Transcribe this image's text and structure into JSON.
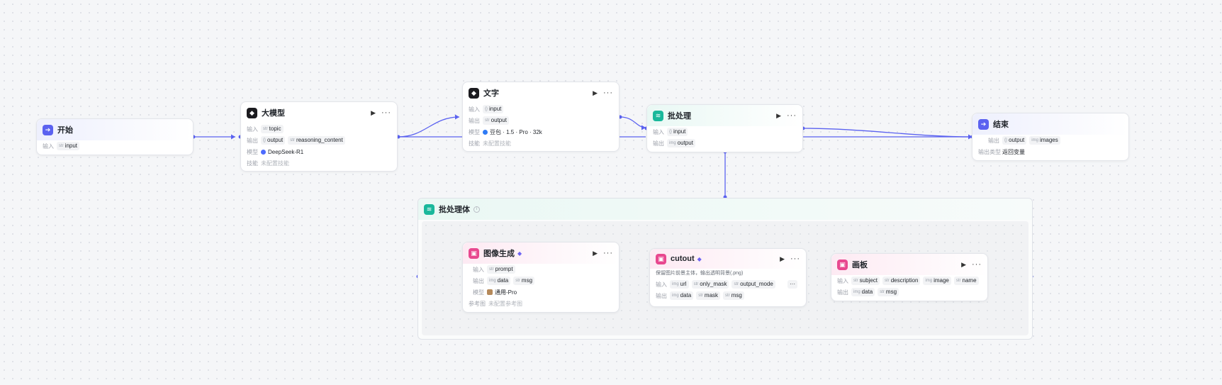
{
  "colors": {
    "edge": "#5b62f0",
    "start_icon": "#5b62f0",
    "batch_icon": "#19b89b",
    "image_icon": "#e8488f"
  },
  "nodes": {
    "start": {
      "title": "开始",
      "icon": "start-icon",
      "input_label": "输入",
      "input_type": "str",
      "input_name": "input"
    },
    "llm": {
      "title": "大模型",
      "icon": "llm-icon",
      "input_label": "输入",
      "input_type": "str",
      "input_name": "topic",
      "output_label": "输出",
      "outputs": [
        {
          "type": "{}",
          "name": "output"
        },
        {
          "type": "str",
          "name": "reasoning_content"
        }
      ],
      "model_label": "模型",
      "model": "DeepSeek-R1",
      "skill_label": "技能",
      "skill": "未配置技能"
    },
    "text": {
      "title": "文字",
      "icon": "text-icon",
      "input_label": "输入",
      "input_type": "{}",
      "input_name": "input",
      "output_label": "输出",
      "output_type": "str",
      "output_name": "output",
      "model_label": "模型",
      "model": "豆包 · 1.5 · Pro · 32k",
      "skill_label": "技能",
      "skill": "未配置技能"
    },
    "batch": {
      "title": "批处理",
      "icon": "batch-icon",
      "input_label": "输入",
      "input_type": "{}",
      "input_name": "input",
      "output_label": "输出",
      "output_type": "img",
      "output_name": "output"
    },
    "end": {
      "title": "结束",
      "icon": "end-icon",
      "output_label": "输出",
      "outputs": [
        {
          "type": "{}",
          "name": "output"
        },
        {
          "type": "img",
          "name": "images"
        }
      ],
      "output_type_label": "输出类型",
      "output_type_value": "返回变量"
    },
    "group": {
      "title": "批处理体"
    },
    "imagegen": {
      "title": "图像生成",
      "input_label": "输入",
      "input_type": "str",
      "input_name": "prompt",
      "output_label": "输出",
      "outputs": [
        {
          "type": "img",
          "name": "data"
        },
        {
          "type": "str",
          "name": "msg"
        }
      ],
      "model_label": "模型",
      "model": "通用-Pro",
      "ref_label": "参考图",
      "ref": "未配置参考图"
    },
    "cutout": {
      "title": "cutout",
      "description": "保留图片前景主体，输出透明背景(.png)",
      "input_label": "输入",
      "inputs": [
        {
          "type": "img",
          "name": "url"
        },
        {
          "type": "str",
          "name": "only_mask"
        },
        {
          "type": "str",
          "name": "output_mode"
        }
      ],
      "output_label": "输出",
      "outputs": [
        {
          "type": "img",
          "name": "data"
        },
        {
          "type": "str",
          "name": "mask"
        },
        {
          "type": "str",
          "name": "msg"
        }
      ]
    },
    "canvas": {
      "title": "画板",
      "input_label": "输入",
      "inputs": [
        {
          "type": "str",
          "name": "subject"
        },
        {
          "type": "str",
          "name": "description"
        },
        {
          "type": "img",
          "name": "image"
        },
        {
          "type": "str",
          "name": "name"
        }
      ],
      "output_label": "输出",
      "outputs": [
        {
          "type": "img",
          "name": "data"
        },
        {
          "type": "str",
          "name": "msg"
        }
      ]
    }
  }
}
